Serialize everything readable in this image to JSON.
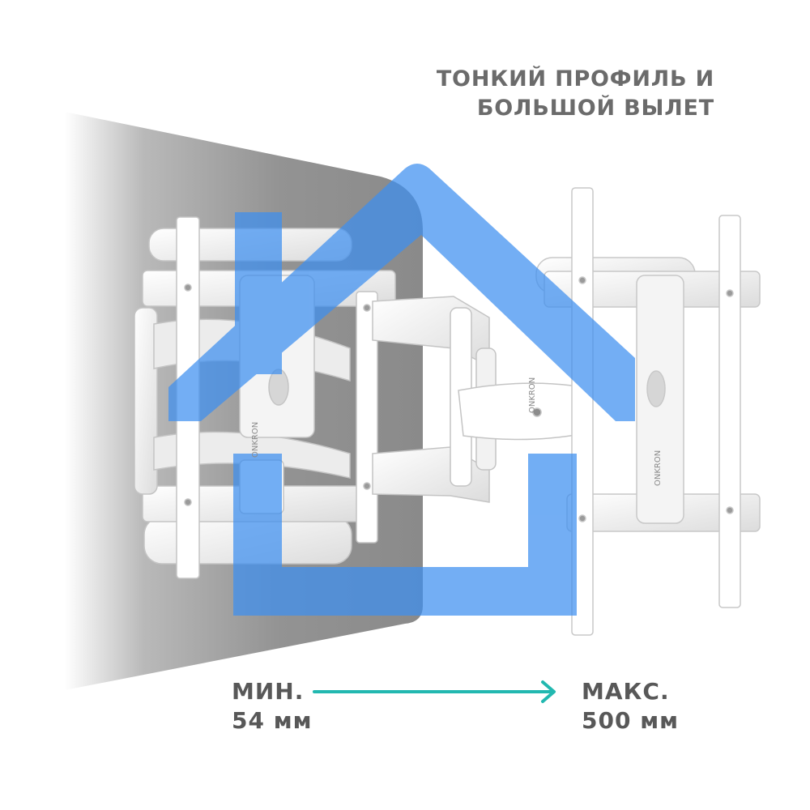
{
  "headline": {
    "line1": "ТОНКИЙ ПРОФИЛЬ И",
    "line2": "БОЛЬШОЙ ВЫЛЕТ"
  },
  "spec_min": {
    "label": "МИН.",
    "value": "54 мм"
  },
  "spec_max": {
    "label": "МАКС.",
    "value": "500 мм"
  },
  "brand": "ONKRON",
  "colors": {
    "accent_arrow": "#22b8b0",
    "house_overlay": "#3d8ff0",
    "wall": "#8f8f8f",
    "text": "#5e5e5e"
  },
  "icons": [
    "home-icon",
    "arrow-right-icon",
    "onkron-logo-icon"
  ]
}
